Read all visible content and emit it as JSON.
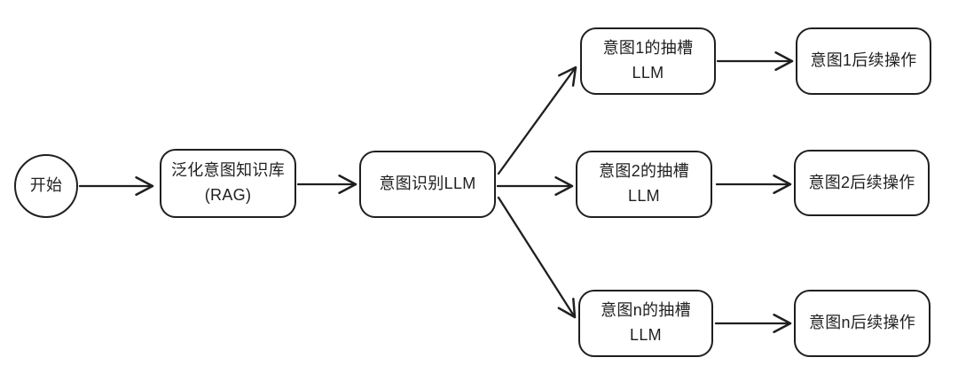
{
  "diagram": {
    "type": "flowchart",
    "colors": {
      "background": "#ffffff",
      "stroke": "#1f1f1f",
      "text": "#1f1f1f",
      "node_fill": "#ffffff"
    },
    "nodes": {
      "start": {
        "shape": "circle",
        "label": "开始"
      },
      "rag_kb": {
        "shape": "rounded-rect",
        "lines": [
          "泛化意图知识库",
          "(RAG)"
        ]
      },
      "intent_llm": {
        "shape": "rounded-rect",
        "label": "意图识别LLM"
      },
      "slot1": {
        "shape": "rounded-rect",
        "lines": [
          "意图1的抽槽",
          "LLM"
        ]
      },
      "op1": {
        "shape": "rounded-rect",
        "label": "意图1后续操作"
      },
      "slot2": {
        "shape": "rounded-rect",
        "lines": [
          "意图2的抽槽",
          "LLM"
        ]
      },
      "op2": {
        "shape": "rounded-rect",
        "label": "意图2后续操作"
      },
      "slotn": {
        "shape": "rounded-rect",
        "lines": [
          "意图n的抽槽",
          "LLM"
        ]
      },
      "opn": {
        "shape": "rounded-rect",
        "label": "意图n后续操作"
      }
    },
    "edges": [
      {
        "from": "start",
        "to": "rag_kb",
        "style": "arrow"
      },
      {
        "from": "rag_kb",
        "to": "intent_llm",
        "style": "arrow"
      },
      {
        "from": "intent_llm",
        "to": "slot1",
        "style": "arrow"
      },
      {
        "from": "intent_llm",
        "to": "slot2",
        "style": "arrow"
      },
      {
        "from": "intent_llm",
        "to": "slotn",
        "style": "arrow"
      },
      {
        "from": "slot1",
        "to": "op1",
        "style": "arrow"
      },
      {
        "from": "slot2",
        "to": "op2",
        "style": "arrow"
      },
      {
        "from": "slotn",
        "to": "opn",
        "style": "arrow"
      }
    ]
  }
}
